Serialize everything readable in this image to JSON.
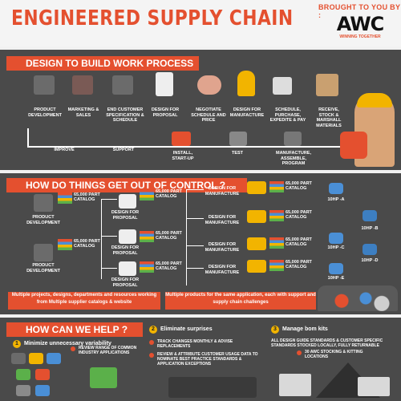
{
  "header": {
    "title": "ENGINEERED SUPPLY CHAIN",
    "brought_by": "BROUGHT TO YOU BY :",
    "logo_text": "AWC",
    "logo_tagline": "WINNING TOGETHER"
  },
  "section1": {
    "heading": "DESIGN TO BUILD WORK PROCESS",
    "steps": [
      "PRODUCT DEVELOPMENT",
      "MARKETING & SALES",
      "END CUSTOMER SPECIFICATION & SCHEDULE",
      "DESIGN FOR PROPOSAL",
      "NEGOTIATE SCHEDULE AND PRICE",
      "DESIGN FOR MANUFACTURE",
      "SCHEDULE, PURCHASE, EXPEDITE & PAY",
      "RECEIVE, STOCK & MARSHALL MATERIALS"
    ],
    "bottom_steps": [
      "INSTALL, START-UP",
      "TEST",
      "MANUFACTURE, ASSEMBLE, PROGRAM"
    ],
    "loop_labels": [
      "IMPROVE",
      "SUPPORT"
    ]
  },
  "section2": {
    "heading": "HOW DO THINGS GET OUT OF CONTROL ?",
    "product_dev": "PRODUCT DEVELOPMENT",
    "design_proposal": "DESIGN FOR PROPOSAL",
    "design_manufacture": "DESIGN FOR MANUFACTURE",
    "catalog": "65,000 PART CATALOG",
    "outputs": [
      "10HP -A",
      "10HP -B",
      "10HP -C",
      "10HP -D",
      "10HP -E"
    ],
    "note1": "Multiple projects, designs, departments and resources working from Multiple supplier catalogs & website",
    "note2": "Multiple products for the same application, each with support and supply chain challenges"
  },
  "section3": {
    "heading": "HOW CAN WE HELP ?",
    "items": [
      {
        "num": "1",
        "title": "Minimize unnecessary variability",
        "bullets": [
          "REVIEW RANGE OF COMMON INDUSTRY APPLICATIONS"
        ]
      },
      {
        "num": "2",
        "title": "Eliminate surprises",
        "bullets": [
          "TRACK CHANGES MONTHLY & ADVISE REPLACEMENTS",
          "REVIEW & ATTRIBUTE CUSTOMER USAGE DATA TO NOMINATE BEST PRACTICE STANDARDS & APPLICATION EXCEPTIONS"
        ]
      },
      {
        "num": "3",
        "title": "Manage bom kits",
        "bullets": [
          "ALL DESIGN GUIDE STANDARDS & CUSTOMER SPECIFIC STANDARDS STOCKED LOCALLY, FULLY RETURNABLE",
          "30 AWC STOCKING & KITTING LOCATIONS"
        ]
      }
    ]
  },
  "colors": {
    "accent": "#e4502f",
    "panel": "#4a4a4a",
    "yellow": "#f2b400",
    "blue": "#4a8fd6"
  }
}
